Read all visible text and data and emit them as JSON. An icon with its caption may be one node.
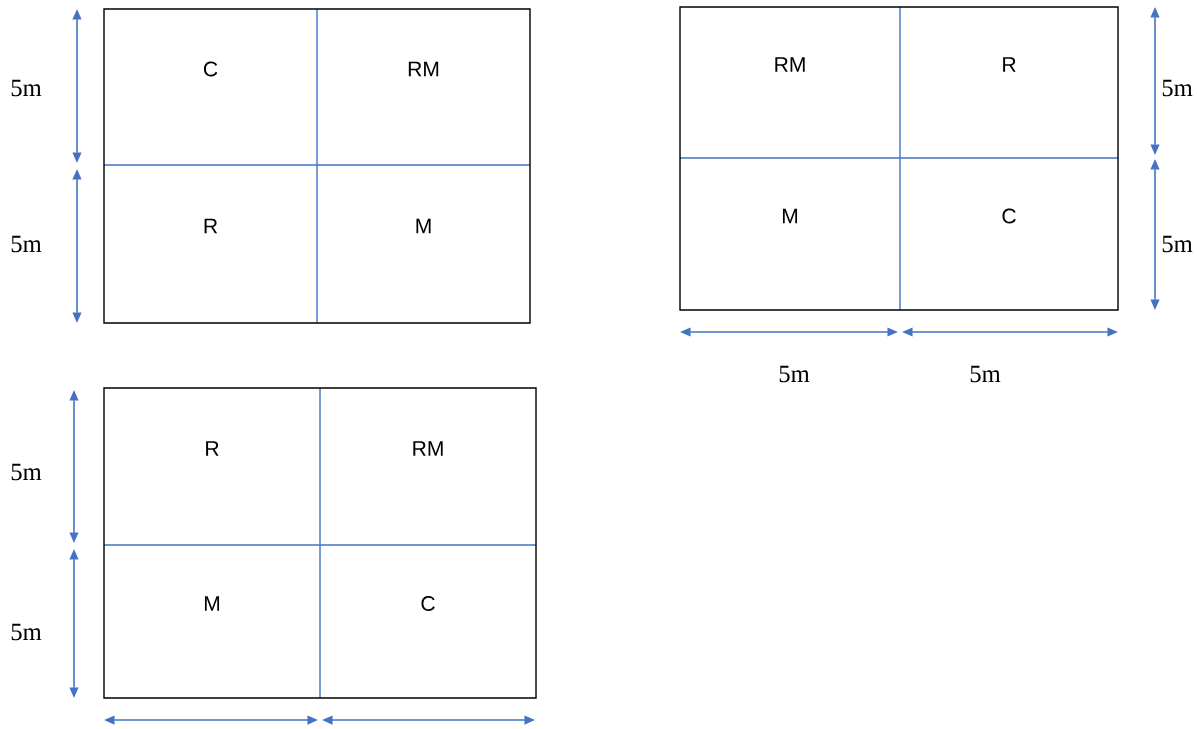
{
  "diagram": {
    "nodes": [
      {
        "text": [],
        "shape": "box"
      },
      {
        "text": [
          "C"
        ],
        "in": 0
      },
      {
        "text": [
          "RM"
        ],
        "in": 0
      },
      {
        "text": [
          "R"
        ],
        "in": 0
      },
      {
        "text": [
          "M"
        ],
        "in": 0
      },
      {
        "text": [],
        "shape": "box"
      },
      {
        "text": [
          "RM"
        ],
        "in": 5
      },
      {
        "text": [
          "R"
        ],
        "in": 5
      },
      {
        "text": [
          "M"
        ],
        "in": 5
      },
      {
        "text": [
          "C"
        ],
        "in": 5
      },
      {
        "text": [],
        "shape": "box"
      },
      {
        "text": [
          "R"
        ],
        "in": 10
      },
      {
        "text": [
          "RM"
        ],
        "in": 10
      },
      {
        "text": [
          "M"
        ],
        "in": 10
      },
      {
        "text": [
          "C"
        ],
        "in": 10
      }
    ],
    "labels": [
      "5m",
      "5m",
      "5m",
      "5m",
      "5m",
      "5m",
      "5m",
      "5m"
    ]
  }
}
